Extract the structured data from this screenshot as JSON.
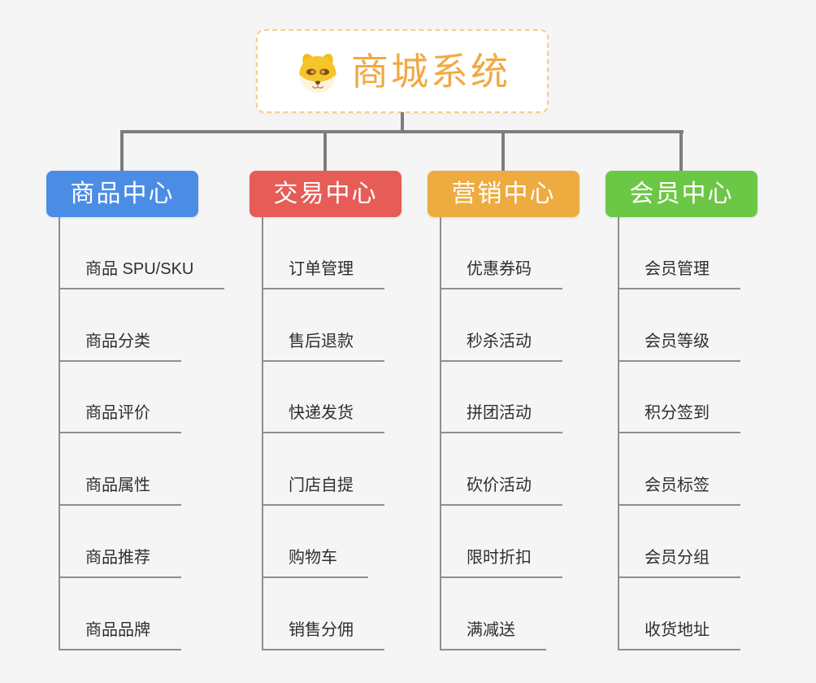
{
  "app": {
    "title": "商城系统",
    "background_color": "#f5f5f6",
    "connector_color": "#7d7d7d",
    "leaf_line_color": "#8f8f8f"
  },
  "root": {
    "title": "商城系统",
    "icon": "dog-face-icon",
    "text_color": "#f1a943",
    "border_color": "#f6cd8a"
  },
  "branches": [
    {
      "label": "商品中心",
      "color": "#4b8de4",
      "children": [
        "商品 SPU/SKU",
        "商品分类",
        "商品评价",
        "商品属性",
        "商品推荐",
        "商品品牌"
      ]
    },
    {
      "label": "交易中心",
      "color": "#e65c57",
      "children": [
        "订单管理",
        "售后退款",
        "快递发货",
        "门店自提",
        "购物车",
        "销售分佣"
      ]
    },
    {
      "label": "营销中心",
      "color": "#eeab40",
      "children": [
        "优惠券码",
        "秒杀活动",
        "拼团活动",
        "砍价活动",
        "限时折扣",
        "满减送"
      ]
    },
    {
      "label": "会员中心",
      "color": "#6dc746",
      "children": [
        "会员管理",
        "会员等级",
        "积分签到",
        "会员标签",
        "会员分组",
        "收货地址"
      ]
    }
  ]
}
